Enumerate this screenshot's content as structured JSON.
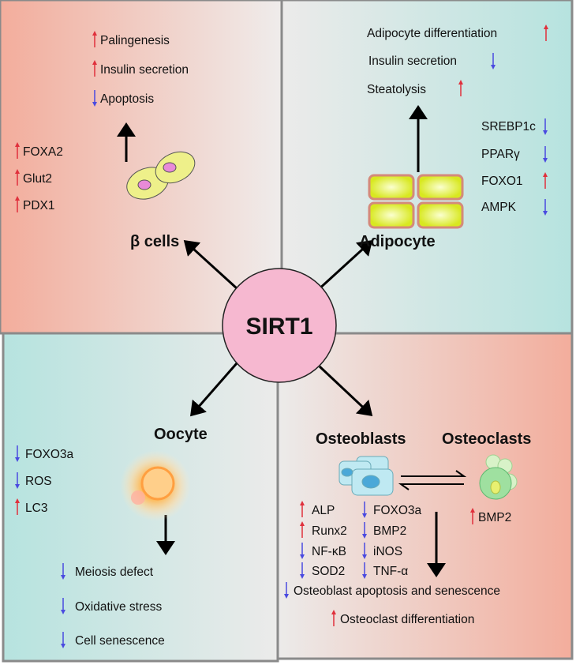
{
  "center": {
    "label": "SIRT1"
  },
  "colors": {
    "up": "#e0303c",
    "down": "#4a4ae0",
    "circle": "#f6b8d0",
    "salmon": "#f3ad9c",
    "cyan": "#b6e3df"
  },
  "beta": {
    "title": "β cells",
    "outcomes": [
      {
        "text": "Palingenesis",
        "dir": "up"
      },
      {
        "text": "Insulin secretion",
        "dir": "up"
      },
      {
        "text": "Apoptosis",
        "dir": "down"
      }
    ],
    "markers": [
      {
        "text": "FOXA2",
        "dir": "up"
      },
      {
        "text": "Glut2",
        "dir": "up"
      },
      {
        "text": "PDX1",
        "dir": "up"
      }
    ]
  },
  "adipocyte": {
    "title": "Adipocyte",
    "outcomes": [
      {
        "text": "Adipocyte differentiation",
        "dir": "up"
      },
      {
        "text": "Insulin secretion",
        "dir": "down"
      },
      {
        "text": "Steatolysis",
        "dir": "up"
      }
    ],
    "markers": [
      {
        "text": "SREBP1c",
        "dir": "down"
      },
      {
        "text": "PPARγ",
        "dir": "down"
      },
      {
        "text": "FOXO1",
        "dir": "up"
      },
      {
        "text": "AMPK",
        "dir": "down"
      }
    ]
  },
  "oocyte": {
    "title": "Oocyte",
    "markers": [
      {
        "text": "FOXO3a",
        "dir": "down"
      },
      {
        "text": "ROS",
        "dir": "down"
      },
      {
        "text": "LC3",
        "dir": "up"
      }
    ],
    "outcomes": [
      {
        "text": "Meiosis defect",
        "dir": "down"
      },
      {
        "text": "Oxidative stress",
        "dir": "down"
      },
      {
        "text": "Cell senescence",
        "dir": "down"
      }
    ]
  },
  "bone": {
    "osteoblasts_title": "Osteoblasts",
    "osteoclasts_title": "Osteoclasts",
    "markers_left": [
      {
        "text": "ALP",
        "dir": "up"
      },
      {
        "text": "Runx2",
        "dir": "up"
      },
      {
        "text": "NF-κB",
        "dir": "down"
      },
      {
        "text": "SOD2",
        "dir": "down"
      }
    ],
    "markers_right": [
      {
        "text": "FOXO3a",
        "dir": "down"
      },
      {
        "text": "BMP2",
        "dir": "down"
      },
      {
        "text": "iNOS",
        "dir": "down"
      },
      {
        "text": "TNF-α",
        "dir": "down"
      }
    ],
    "osteoclast_marker": {
      "text": "BMP2",
      "dir": "up"
    },
    "outcomes": [
      {
        "text": "Osteoblast apoptosis and senescence",
        "dir": "down"
      },
      {
        "text": "Osteoclast differentiation",
        "dir": "up"
      }
    ]
  }
}
